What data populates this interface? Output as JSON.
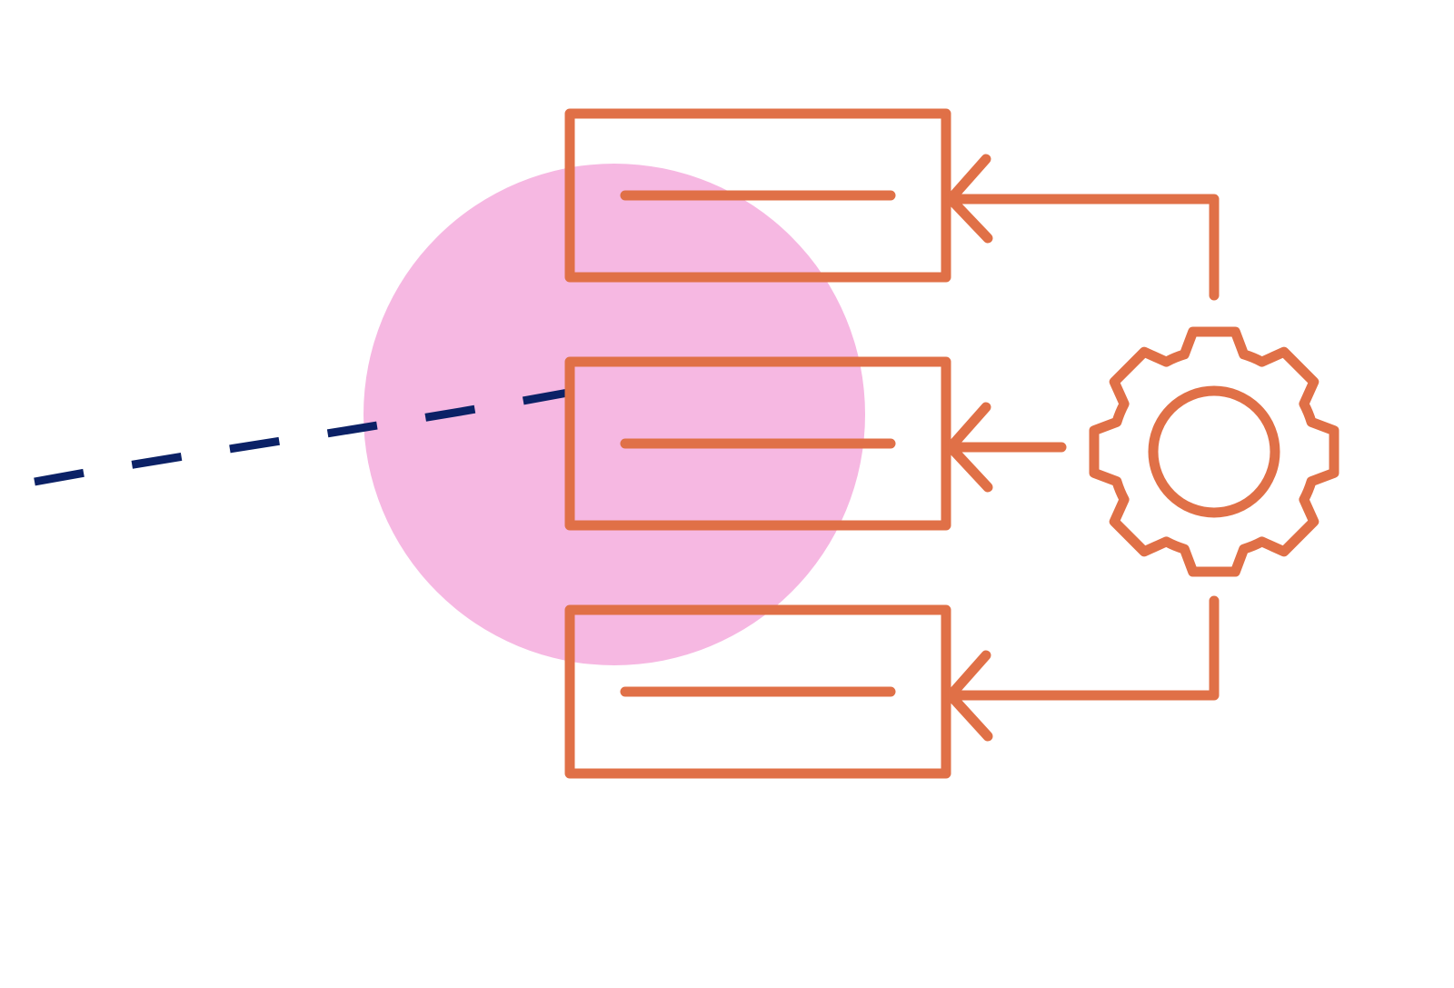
{
  "diagram": {
    "colors": {
      "background": "#ffffff",
      "accent_stroke": "#E07047",
      "blob_fill": "#F6B8E2",
      "dashed_path": "#0B2166"
    },
    "icons": {
      "gear": "gear-icon",
      "arrows": "arrow-left-icon"
    },
    "boxes": [
      {
        "id": "box-top",
        "label": ""
      },
      {
        "id": "box-middle",
        "label": ""
      },
      {
        "id": "box-bottom",
        "label": ""
      }
    ]
  }
}
